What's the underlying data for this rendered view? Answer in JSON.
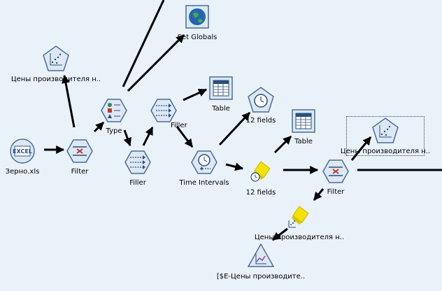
{
  "nodes": [
    {
      "id": "excel-source",
      "label": "Зерно.xls",
      "icon": "excel-source-icon"
    },
    {
      "id": "filter-1",
      "label": "Filter",
      "icon": "filter-icon"
    },
    {
      "id": "plot-1",
      "label": "Цены производителя н..",
      "icon": "plot-icon"
    },
    {
      "id": "type",
      "label": "Type",
      "icon": "type-icon"
    },
    {
      "id": "set-globals",
      "label": "Set Globals",
      "icon": "globe-icon"
    },
    {
      "id": "filler-1",
      "label": "Filler",
      "icon": "filler-icon"
    },
    {
      "id": "filler-2",
      "label": "Filler",
      "icon": "filler-icon"
    },
    {
      "id": "table-1",
      "label": "Table",
      "icon": "table-icon"
    },
    {
      "id": "time-intervals",
      "label": "Time Intervals",
      "icon": "time-intervals-icon"
    },
    {
      "id": "fields-1",
      "label": "12 fields",
      "icon": "clock-icon"
    },
    {
      "id": "model-1",
      "label": "12 fields",
      "icon": "model-nugget-icon"
    },
    {
      "id": "table-2",
      "label": "Table",
      "icon": "table-icon"
    },
    {
      "id": "filter-2",
      "label": "Filter",
      "icon": "filter-icon"
    },
    {
      "id": "plot-2",
      "label": "Цены производителя н..",
      "icon": "plot-icon"
    },
    {
      "id": "model-2",
      "label": "Цены производителя н..",
      "icon": "model-nugget-icon"
    },
    {
      "id": "e-plot",
      "label": "[$E-Цены производите..",
      "icon": "e-plot-icon"
    }
  ],
  "colors": {
    "canvas": "#eaf2f9",
    "link": "#000000",
    "node_fill": "#dde8f4",
    "node_stroke": "#4a6d98",
    "nugget": "#f4e300"
  }
}
